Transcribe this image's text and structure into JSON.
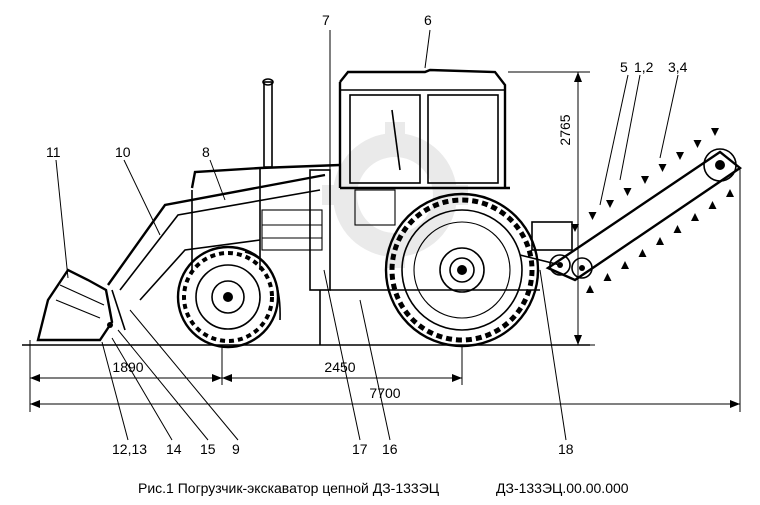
{
  "callouts": {
    "c11": "11",
    "c10": "10",
    "c8": "8",
    "c7": "7",
    "c6": "6",
    "c5": "5",
    "c12": "1,2",
    "c34": "3,4",
    "c1213": "12,13",
    "c14": "14",
    "c15": "15",
    "c9": "9",
    "c17": "17",
    "c16": "16",
    "c18": "18"
  },
  "dimensions": {
    "height": "2765",
    "front": "1890",
    "wheelbase": "2450",
    "overall": "7700"
  },
  "caption": {
    "title": "Рис.1 Погрузчик-экскаватор цепной ДЗ-133ЭЦ",
    "code": "ДЗ-133ЭЦ.00.00.000"
  }
}
